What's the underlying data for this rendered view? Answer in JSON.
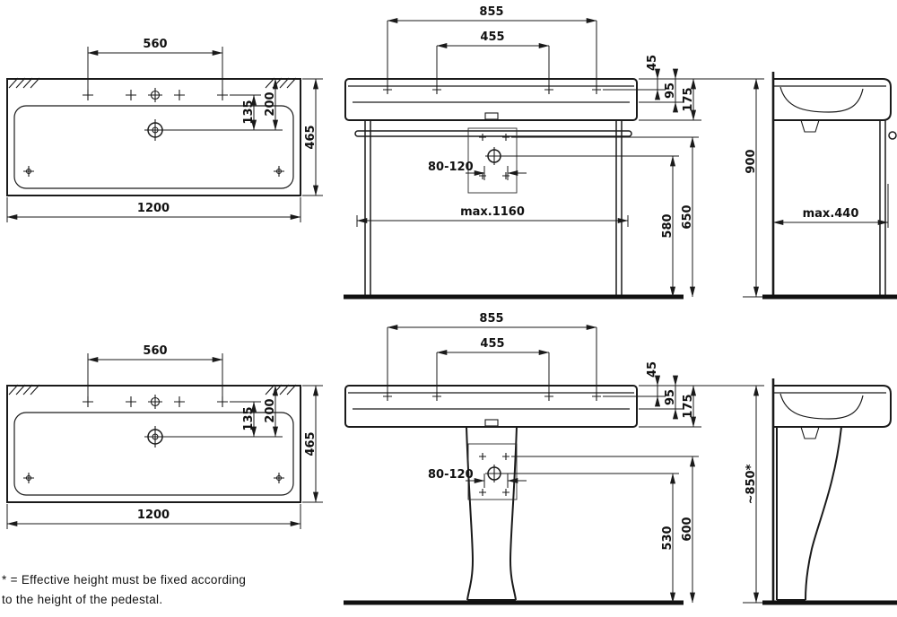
{
  "row_frame": {
    "top_view": {
      "tap_span": "560",
      "overall_width": "1200",
      "tap_to_drain": "135",
      "rim_to_drain": "200",
      "depth": "465"
    },
    "front_view": {
      "mount_span": "855",
      "inner_span": "455",
      "rim_to_tap": "45",
      "rim_to_mid": "95",
      "rim_height": "175",
      "drain_range": "80-120",
      "max_leg_span": "max.1160",
      "floor_to_drain": "580",
      "floor_to_overflow": "650",
      "overall_height": "900"
    },
    "side_view": {
      "max_depth": "max.440"
    }
  },
  "row_pedestal": {
    "top_view": {
      "tap_span": "560",
      "overall_width": "1200",
      "tap_to_drain": "135",
      "rim_to_drain": "200",
      "depth": "465"
    },
    "front_view": {
      "mount_span": "855",
      "inner_span": "455",
      "rim_to_tap": "45",
      "rim_to_mid": "95",
      "rim_height": "175",
      "drain_range": "80-120",
      "floor_to_drain": "530",
      "floor_to_overflow": "600",
      "effective_height": "~850*"
    }
  },
  "footnote": {
    "line1": "* = Effective height must be fixed according",
    "line2": "to the height of the pedestal."
  }
}
